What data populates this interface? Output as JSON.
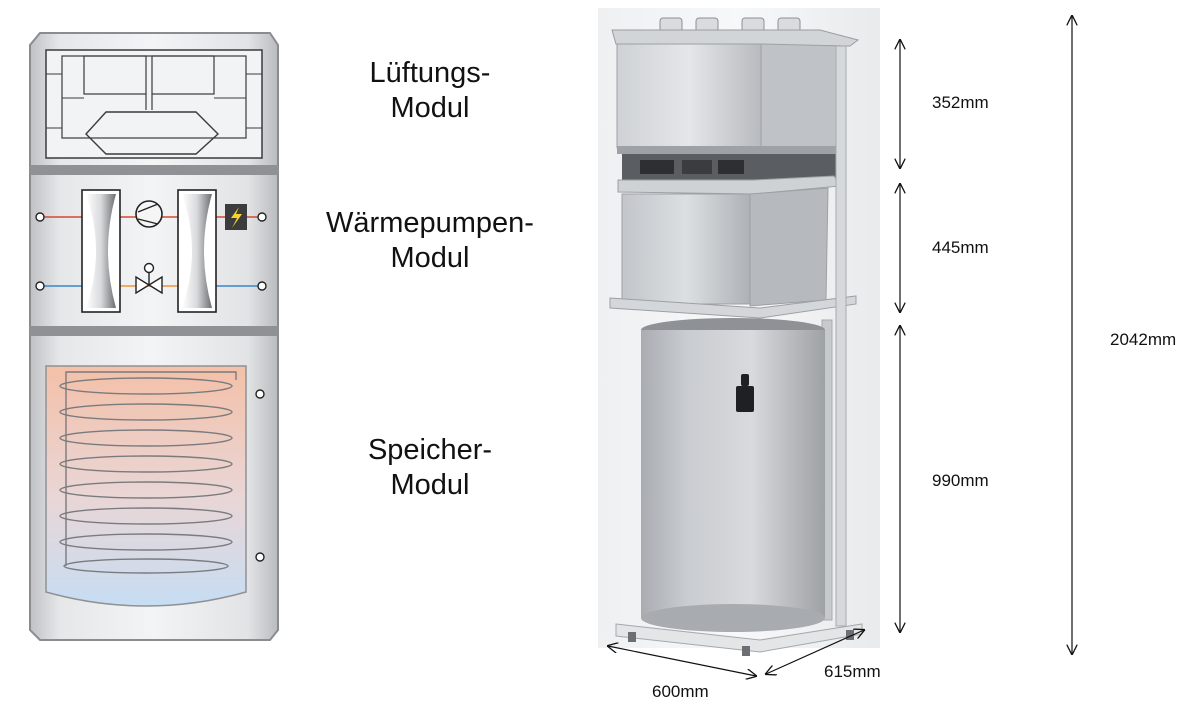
{
  "modules": {
    "ventilation": {
      "line1": "Lüftungs-",
      "line2": "Modul"
    },
    "heatpump": {
      "line1": "Wärmepumpen-",
      "line2": "Modul"
    },
    "storage": {
      "line1": "Speicher-",
      "line2": "Modul"
    }
  },
  "dimensions": {
    "ventilation_height": "352mm",
    "heatpump_height": "445mm",
    "storage_height": "990mm",
    "total_height": "2042mm",
    "width": "600mm",
    "depth": "615mm"
  },
  "colors": {
    "cabinet": "#d9dadc",
    "cabinet_edge": "#8a8c90",
    "hot_water": "#f2c2ad",
    "cold_water": "#c9def4",
    "pipe_hot": "#d04a2e",
    "pipe_cold": "#3a86c8",
    "electric_badge": "#f6d22c"
  },
  "icons": [
    "fan-icon",
    "compressor-icon",
    "expansion-valve-icon",
    "electric-heater-icon"
  ]
}
